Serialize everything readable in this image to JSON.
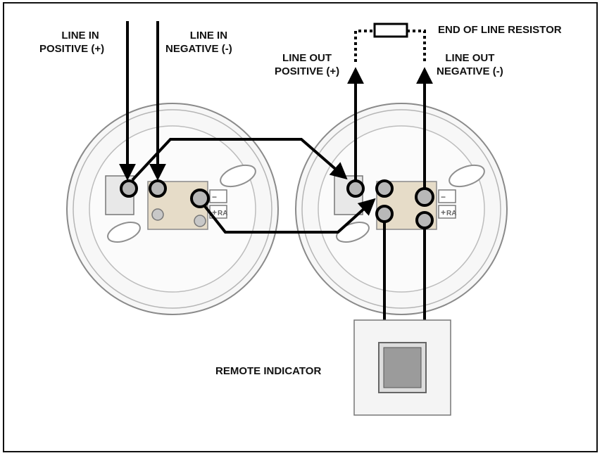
{
  "labels": {
    "line_in_positive": [
      "LINE IN",
      "POSITIVE (+)"
    ],
    "line_in_negative": [
      "LINE IN",
      "NEGATIVE (-)"
    ],
    "line_out_positive": [
      "LINE OUT",
      "POSITIVE (+)"
    ],
    "line_out_negative": [
      "LINE OUT",
      "NEGATIVE (-)"
    ],
    "end_of_line_resistor": "END OF LINE RESISTOR",
    "remote_indicator": "REMOTE INDICATOR"
  },
  "terminal_marks": {
    "plus": "+",
    "minus": "−",
    "ra": "RA"
  },
  "colors": {
    "wire": "#000000",
    "base_outline": "#9a9a9a",
    "terminal_fill": "#e3d9c6"
  }
}
